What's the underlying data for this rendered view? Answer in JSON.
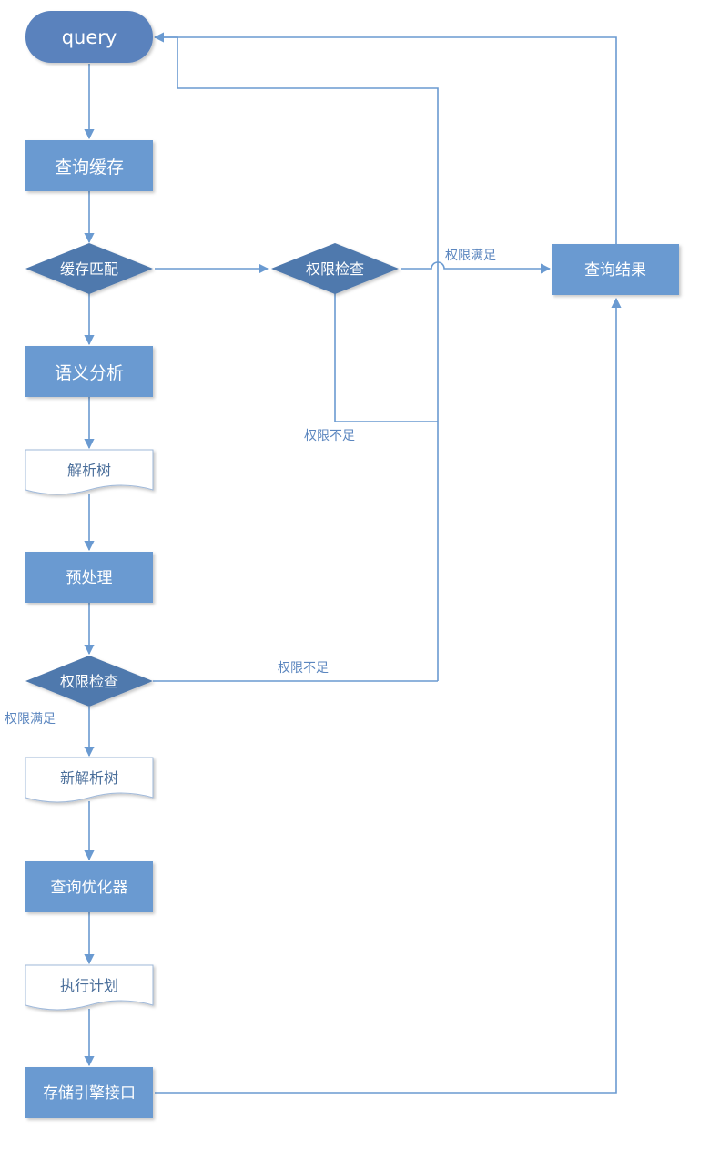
{
  "colors": {
    "node_fill": "#6a9ad1",
    "node_fill_dark": "#5a82bd",
    "diamond_fill": "#4f79ad",
    "doc_fill": "#ffffff",
    "doc_stroke": "#9fb8d9",
    "edge": "#6a9ad1",
    "label_text": "#5b86bf"
  },
  "nodes": {
    "query": "query",
    "cache_query": "查询缓存",
    "cache_match": "缓存匹配",
    "perm_check_top": "权限检查",
    "query_result": "查询结果",
    "semantic_analysis": "语义分析",
    "parse_tree": "解析树",
    "preprocess": "预处理",
    "perm_check_bottom": "权限检查",
    "new_parse_tree": "新解析树",
    "query_optimizer": "查询优化器",
    "execution_plan": "执行计划",
    "storage_engine_interface": "存储引擎接口"
  },
  "edge_labels": {
    "perm_ok_top": "权限满足",
    "perm_denied_top": "权限不足",
    "perm_denied_bottom": "权限不足",
    "perm_ok_bottom": "权限满足"
  }
}
